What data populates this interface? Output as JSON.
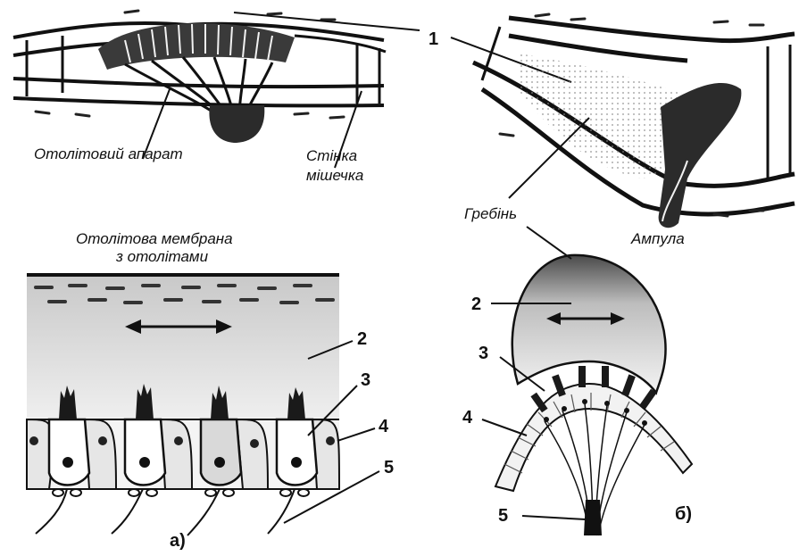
{
  "labels": {
    "otolith_apparatus": "Отолітовий апарат",
    "sac_wall_line1": "Стінка",
    "sac_wall_line2": "мішечка",
    "otolith_membrane_line1": "Отолітова мембрана",
    "otolith_membrane_line2": "з отолітами",
    "crest": "Гребінь",
    "ampulla": "Ампула"
  },
  "numbers": {
    "n1": "1",
    "a2": "2",
    "a3": "3",
    "a4": "4",
    "a5": "5",
    "b2": "2",
    "b3": "3",
    "b4": "4",
    "b5": "5"
  },
  "panels": {
    "a": "а)",
    "b": "б)"
  }
}
